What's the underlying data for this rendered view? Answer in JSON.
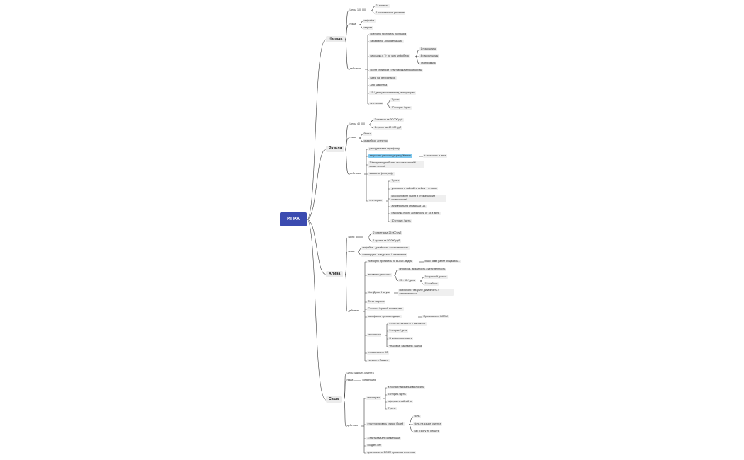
{
  "colors": {
    "root": "#3b4bb0",
    "line": "#3a3a3a",
    "node_bg": "#efefef",
    "highlight": "#7ec8ef"
  },
  "root": "ИГРА",
  "branches": {
    "natasha": {
      "label": "Наташа",
      "goal": "Цель: 100 000",
      "goal_items": [
        "2 ‑клиента",
        "1 комплексное решение"
      ],
      "niche": "ниша",
      "niche_items": [
        "инфобиз",
        "маркет"
      ],
      "actions": "действия",
      "a1": "повторно прописать по людям",
      "a2": "сарафанка - рекомендации",
      "a3": "рассылка в Тг по чату инфобиза",
      "a3_items": [
        "1 помощница",
        "4 рассылщицы",
        "Телеграмм 6"
      ],
      "a4": "пойти спикером к наставникам продюсерам",
      "a5": "идем на ветеринаров",
      "a6": "Аня Каменева",
      "a7": "15 / день рассылки пред-менеджерам",
      "insta": "инстаграм",
      "insta_items": [
        "7 рилс",
        "10 сторис / день"
      ]
    },
    "razilya": {
      "label": "Разиля",
      "goal": "Цель: 40 000",
      "goal_items": [
        "2 клиента за 20 000 руб",
        "1 проект за 40 000 руб"
      ],
      "niche": "ниша",
      "niche_items": [
        "бьюти",
        "свадебное агенство"
      ],
      "actions": "действия",
      "a1": "раскручиваем сарафанку",
      "a2": "запросить рекомендацию у Жанны",
      "a2_note": "+ выложить в инст",
      "a3": "3 Кастдева для бьюти и стоматологий / косметологий",
      "a4": "заказать фотографу",
      "insta": "инстаграм",
      "insta_items": [
        "7 рилс",
        "упаковать в хайлайты кейсы + отзывы",
        "кросфоловинг бьюти и стоматологий / косметологий",
        "активность на страницах ЦА",
        "рассылка после активности от 18 в день",
        "10 сторис / день"
      ]
    },
    "alina": {
      "label": "Алина",
      "goal": "Цель: 50 000",
      "goal_items": [
        "2 клиента за 25 000 руб",
        "1 проект за 50 000 руб"
      ],
      "niche": "ниша",
      "niche_items": [
        "инфобиз - дизайность / женственность",
        "коммерция - ландшафт / озеленение"
      ],
      "actions": "действия",
      "a1": "повторно прописать по BOSM людям",
      "a1_note": "Мы с вами ранее общались...",
      "a2": "активная рассылка",
      "a2_items": [
        "инфобиз - дизайность / женственность",
        "25 - 30 / день"
      ],
      "a2_sub": [
        "10 простой диалог",
        "15 шаблон"
      ],
      "a3": "КастДевы 3 штуки",
      "a3_note": "психологи / визуал / дизайность / женственность",
      "a4": "Таню закрыть",
      "a5": "Созвон с Ириной посмотреть",
      "a6": "сарафанка - рекомендация",
      "a6_note": "Прописать по BOSM",
      "insta": "инстаграм",
      "insta_items": [
        "в постах написать и выложить",
        "5 сторис / день",
        "В кейсах выложить",
        "упаковка: хайлайты, шапка"
      ],
      "a7": "отказаться от 9б",
      "a8": "написать Рамине"
    },
    "sasha": {
      "label": "Саша",
      "goal": "Цель: закрыть клиента",
      "niche": "ниша",
      "niche_item": "коммерция",
      "actions": "действия",
      "insta": "инстаграм",
      "insta_items": [
        "в постах написать и выложить",
        "5 сторис / день",
        "оформить хайлайты",
        "7 рилс"
      ],
      "a2": "структурировать список болей",
      "a2_items": [
        "боль",
        "боль на языке клиента",
        "как я могу ее решить"
      ],
      "a3": "3 КастДева для коммерции",
      "a4": "создать сет",
      "a5": "прописать по BOSM прошлым клиентам"
    }
  }
}
